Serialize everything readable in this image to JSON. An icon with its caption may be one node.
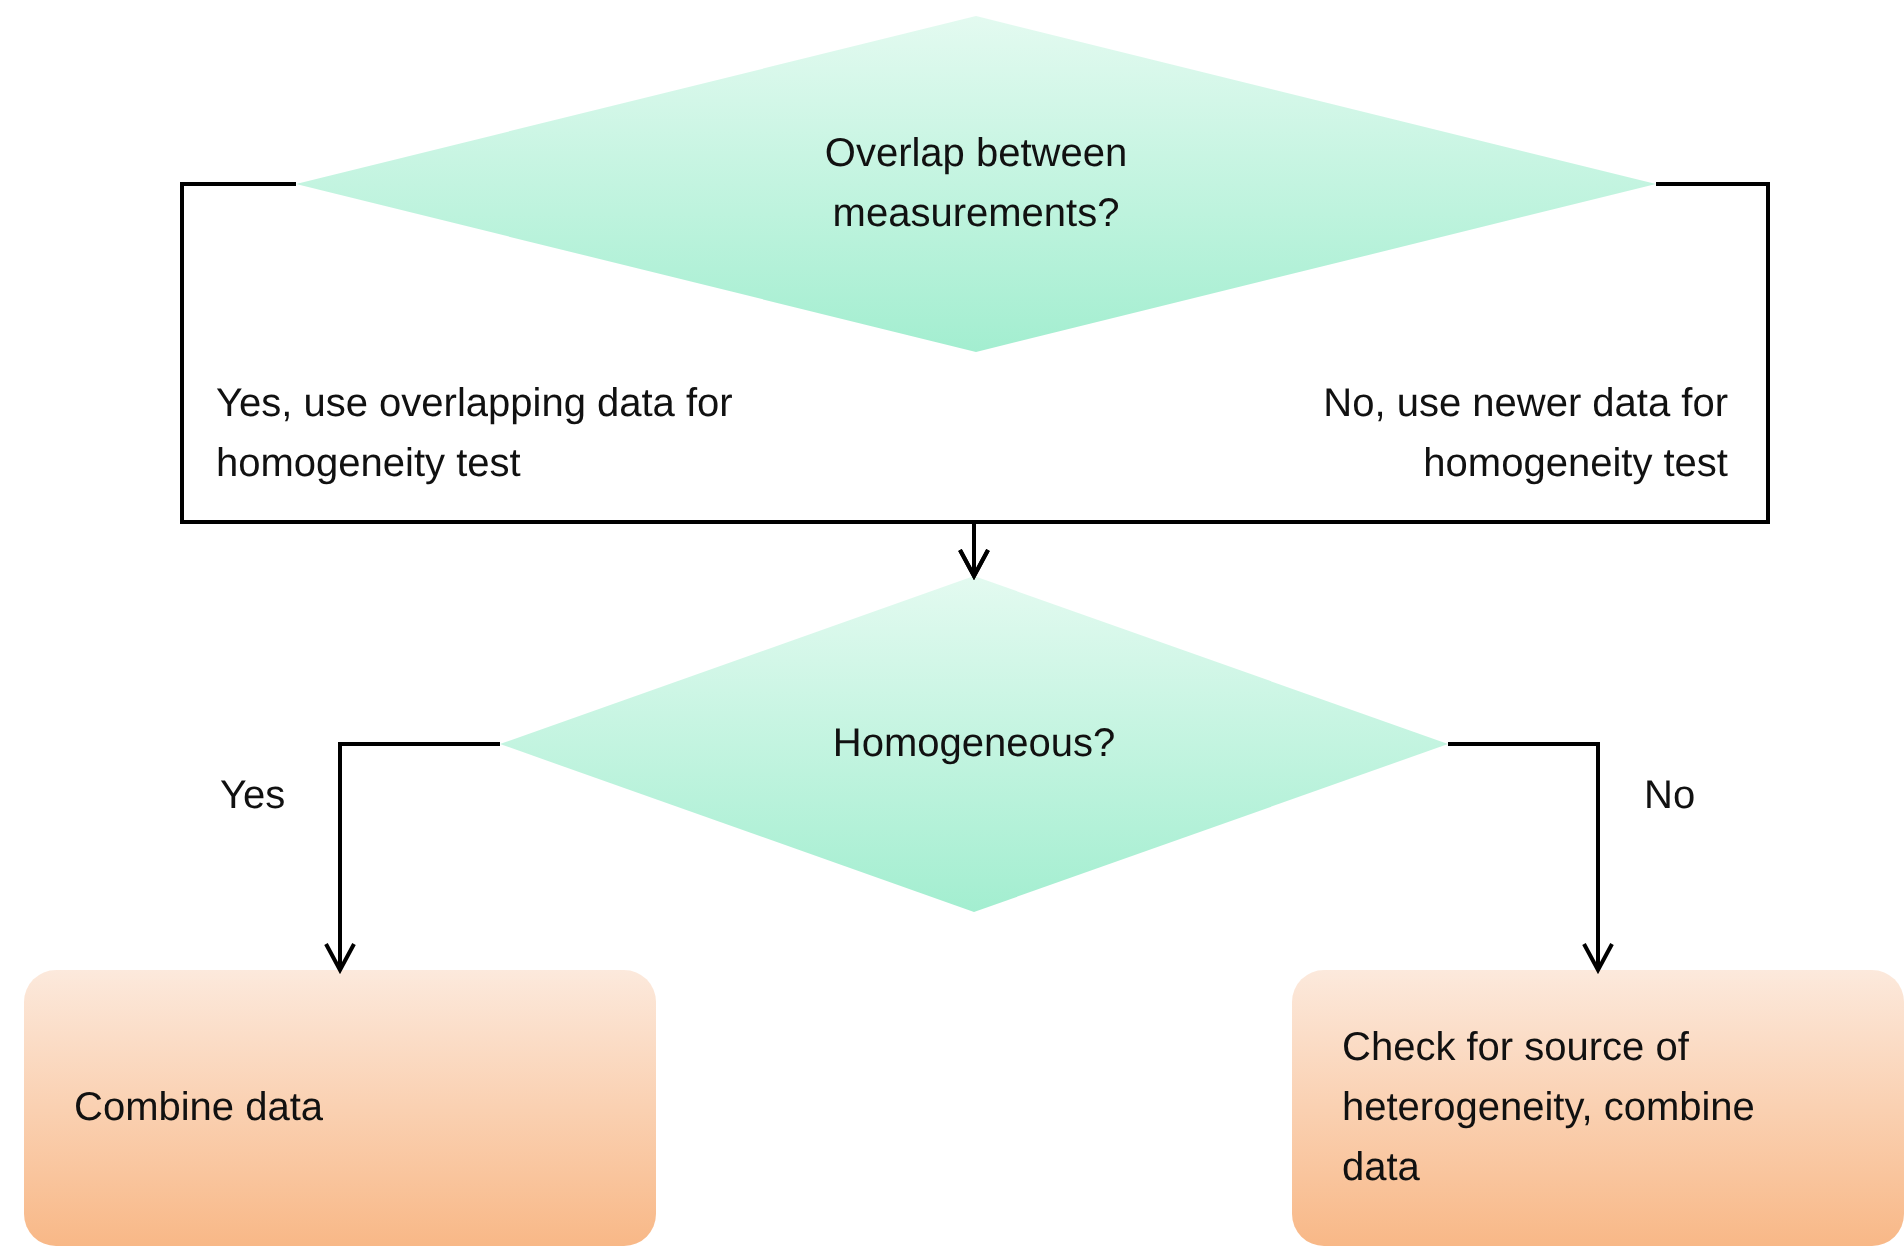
{
  "diagram": {
    "nodes": [
      {
        "text": [
          "Overlap between measurements?"
        ]
      },
      {
        "text": [
          "Homogeneous?"
        ]
      },
      {
        "text": [
          "Combine data"
        ]
      },
      {
        "text": [
          "Check for source of heterogeneity, combine data"
        ]
      }
    ],
    "edges": [
      {
        "from": 0,
        "to": 1,
        "arrow": "to",
        "label": "Yes, use overlapping data for homogeneity test"
      },
      {
        "from": 0,
        "to": 1,
        "arrow": "to",
        "label": "No, use newer data for homogeneity test"
      },
      {
        "from": 1,
        "to": 2,
        "arrow": "to",
        "label": "Yes"
      },
      {
        "from": 1,
        "to": 3,
        "arrow": "to",
        "label": "No"
      }
    ]
  }
}
